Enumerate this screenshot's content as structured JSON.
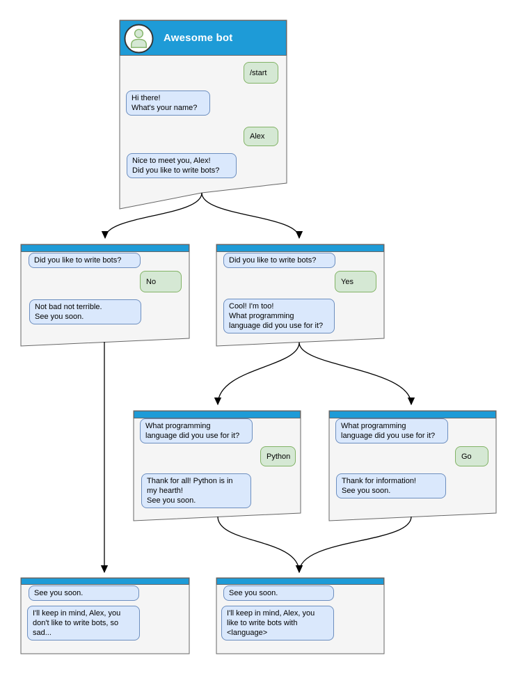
{
  "colors": {
    "header_blue": "#1E9BD7",
    "window_bg": "#F5F5F5",
    "window_border": "#666666",
    "bot_bubble_bg": "#DAE8FC",
    "bot_bubble_border": "#6C8EBF",
    "user_bubble_bg": "#D5E8D4",
    "user_bubble_border": "#82B366",
    "arrow": "#000000",
    "title_text": "#FFFFFF",
    "bubble_text": "#000000"
  },
  "windows": {
    "root": {
      "title": "Awesome bot",
      "messages": [
        {
          "from": "user",
          "text": "/start"
        },
        {
          "from": "bot",
          "text": "Hi there!\nWhat's your name?"
        },
        {
          "from": "user",
          "text": "Alex"
        },
        {
          "from": "bot",
          "text": "Nice to meet you, Alex!\nDid you like to write bots?"
        }
      ]
    },
    "branch_no": {
      "messages": [
        {
          "from": "bot",
          "text": "Did you like to write bots?"
        },
        {
          "from": "user",
          "text": "No"
        },
        {
          "from": "bot",
          "text": "Not bad not terrible.\nSee you soon."
        }
      ]
    },
    "branch_yes": {
      "messages": [
        {
          "from": "bot",
          "text": "Did you like to write bots?"
        },
        {
          "from": "user",
          "text": "Yes"
        },
        {
          "from": "bot",
          "text": "Cool! I'm too!\nWhat programming\nlanguage did you use for it?"
        }
      ]
    },
    "branch_python": {
      "messages": [
        {
          "from": "bot",
          "text": "What programming\nlanguage did you use for it?"
        },
        {
          "from": "user",
          "text": "Python"
        },
        {
          "from": "bot",
          "text": "Thank for all! Python is in\nmy hearth!\nSee you soon."
        }
      ]
    },
    "branch_go": {
      "messages": [
        {
          "from": "bot",
          "text": "What programming\nlanguage did you use for it?"
        },
        {
          "from": "user",
          "text": "Go"
        },
        {
          "from": "bot",
          "text": "Thank for information!\nSee you soon."
        }
      ]
    },
    "end_no": {
      "messages": [
        {
          "from": "bot",
          "text": "See you soon."
        },
        {
          "from": "bot",
          "text": "I'll keep in mind, Alex, you\ndon't like to write bots, so\nsad..."
        }
      ]
    },
    "end_yes": {
      "messages": [
        {
          "from": "bot",
          "text": "See you soon."
        },
        {
          "from": "bot",
          "text": "I'll keep in mind, Alex, you\nlike to write bots with\n<language>"
        }
      ]
    }
  }
}
